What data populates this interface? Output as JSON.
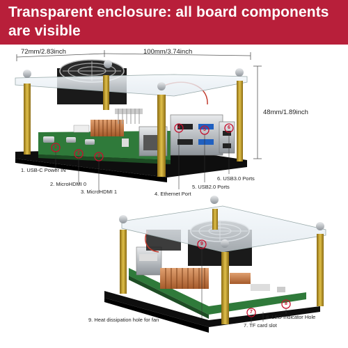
{
  "header": {
    "title_line1": "Transparent enclosure: all board components",
    "title_line2": "are visible",
    "background_color": "#b81f3a"
  },
  "dimensions": {
    "depth": "72mm/2.83inch",
    "width": "100mm/3.74inch",
    "height": "48mm/1.89inch"
  },
  "callouts": [
    {
      "number": "1",
      "label": "1. USB-C Power IN"
    },
    {
      "number": "2",
      "label": "2. MicroHDMI 0"
    },
    {
      "number": "3",
      "label": "3. MicroHDMI 1"
    },
    {
      "number": "4",
      "label": "4. Ethernet Port"
    },
    {
      "number": "5",
      "label": "5. USB2.0 Ports"
    },
    {
      "number": "6",
      "label": "6. USB3.0 Ports"
    },
    {
      "number": "7",
      "label": "7. TF card slot"
    },
    {
      "number": "8",
      "label": "8. LED Indicator Hole"
    },
    {
      "number": "9",
      "label": "9. Heat dissipation hole for fan"
    }
  ],
  "colors": {
    "accent_red": "#c8102e",
    "brass_standoff": "#c9a227",
    "board_green": "#2f7a3a",
    "acrylic_base": "#111111"
  }
}
